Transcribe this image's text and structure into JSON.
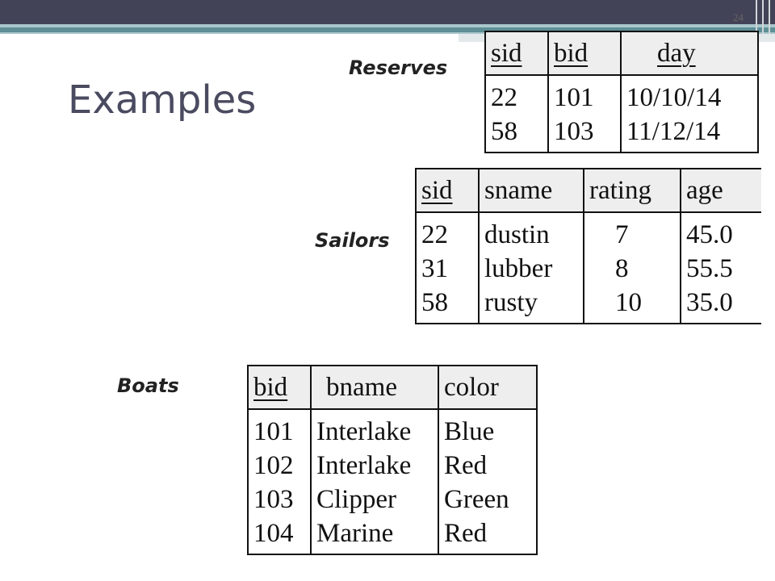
{
  "page_number": "24",
  "title": "Examples",
  "reserves": {
    "label": "Reserves",
    "columns": [
      "sid",
      "bid",
      "day"
    ],
    "rows": [
      [
        "22",
        "101",
        "10/10/14"
      ],
      [
        "58",
        "103",
        "11/12/14"
      ]
    ]
  },
  "sailors": {
    "label": "Sailors",
    "columns": [
      "sid",
      "sname",
      "rating",
      "age"
    ],
    "rows": [
      [
        "22",
        "dustin",
        "7",
        "45.0"
      ],
      [
        "31",
        "lubber",
        "8",
        "55.5"
      ],
      [
        "58",
        "rusty",
        "10",
        "35.0"
      ]
    ]
  },
  "boats": {
    "label": "Boats",
    "columns": [
      "bid",
      "bname",
      "color"
    ],
    "rows": [
      [
        "101",
        "Interlake",
        "Blue"
      ],
      [
        "102",
        "Interlake",
        "Red"
      ],
      [
        "103",
        "Clipper",
        "Green"
      ],
      [
        "104",
        "Marine",
        "Red"
      ]
    ]
  }
}
